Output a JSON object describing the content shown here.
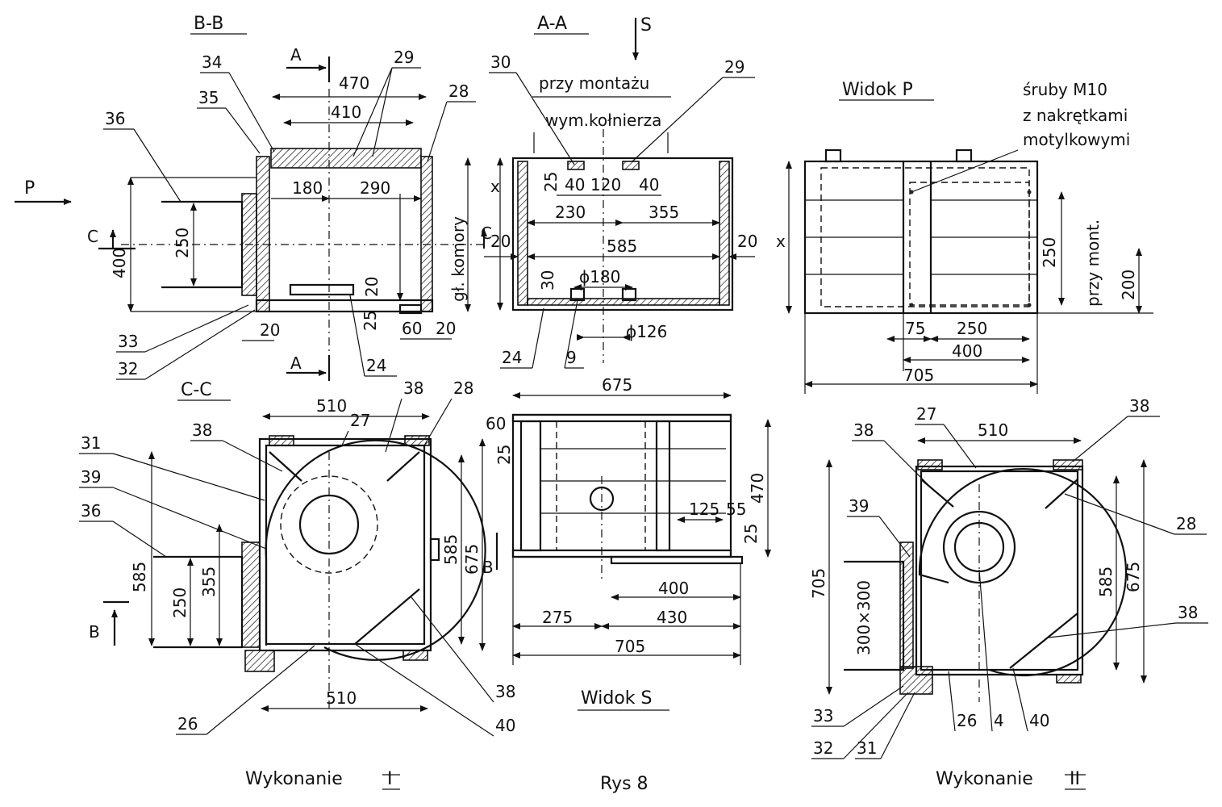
{
  "caption": {
    "figure": "Rys 8",
    "variant_1": "Wykonanie",
    "variant_1_num": "I",
    "variant_2": "Wykonanie",
    "variant_2_num": "II"
  },
  "section_bb": {
    "title": "B-B",
    "cut_a_top": "A",
    "cut_a_bottom": "A",
    "view_p_arrow": "P",
    "cut_c": "C",
    "dims": [
      "470",
      "410",
      "180",
      "290",
      "250",
      "400",
      "20",
      "20",
      "25",
      "60",
      "20"
    ],
    "depth_label": "gł. komory",
    "callouts": [
      "34",
      "35",
      "36",
      "29",
      "28",
      "33",
      "32",
      "24"
    ]
  },
  "section_aa": {
    "title": "A-A",
    "view_s_arrow": "S",
    "note_mount": "przy montażu",
    "note_flange": "wym.kołnierza",
    "x_label": "x",
    "cut_c": "C",
    "dims": [
      "25",
      "40",
      "120",
      "40",
      "230",
      "355",
      "585",
      "20",
      "20",
      "30",
      "ϕ180",
      "ϕ126"
    ],
    "callouts": [
      "30",
      "29",
      "24",
      "9"
    ]
  },
  "view_p": {
    "title": "Widok P",
    "bolt_note_1": "śruby M10",
    "bolt_note_2": "z nakrętkami",
    "bolt_note_3": "motylkowymi",
    "x_label": "x",
    "mount_note": "przy mont.",
    "dims": [
      "250",
      "200",
      "75",
      "250",
      "400",
      "705"
    ]
  },
  "section_cc": {
    "title": "C-C",
    "cut_b": "B",
    "dims": [
      "510",
      "585",
      "675",
      "585",
      "355",
      "250",
      "510"
    ],
    "callouts": [
      "38",
      "27",
      "38",
      "28",
      "31",
      "39",
      "36",
      "26",
      "38",
      "40"
    ]
  },
  "view_s": {
    "title": "Widok S",
    "cut_b": "B",
    "dims": [
      "675",
      "60",
      "25",
      "470",
      "125",
      "55",
      "25",
      "400",
      "275",
      "430",
      "705"
    ]
  },
  "variant_2_view": {
    "opening": "300×300",
    "dims": [
      "510",
      "705",
      "585",
      "675"
    ],
    "callouts": [
      "38",
      "27",
      "38",
      "39",
      "28",
      "38",
      "33",
      "32",
      "31",
      "26",
      "4",
      "40"
    ]
  }
}
